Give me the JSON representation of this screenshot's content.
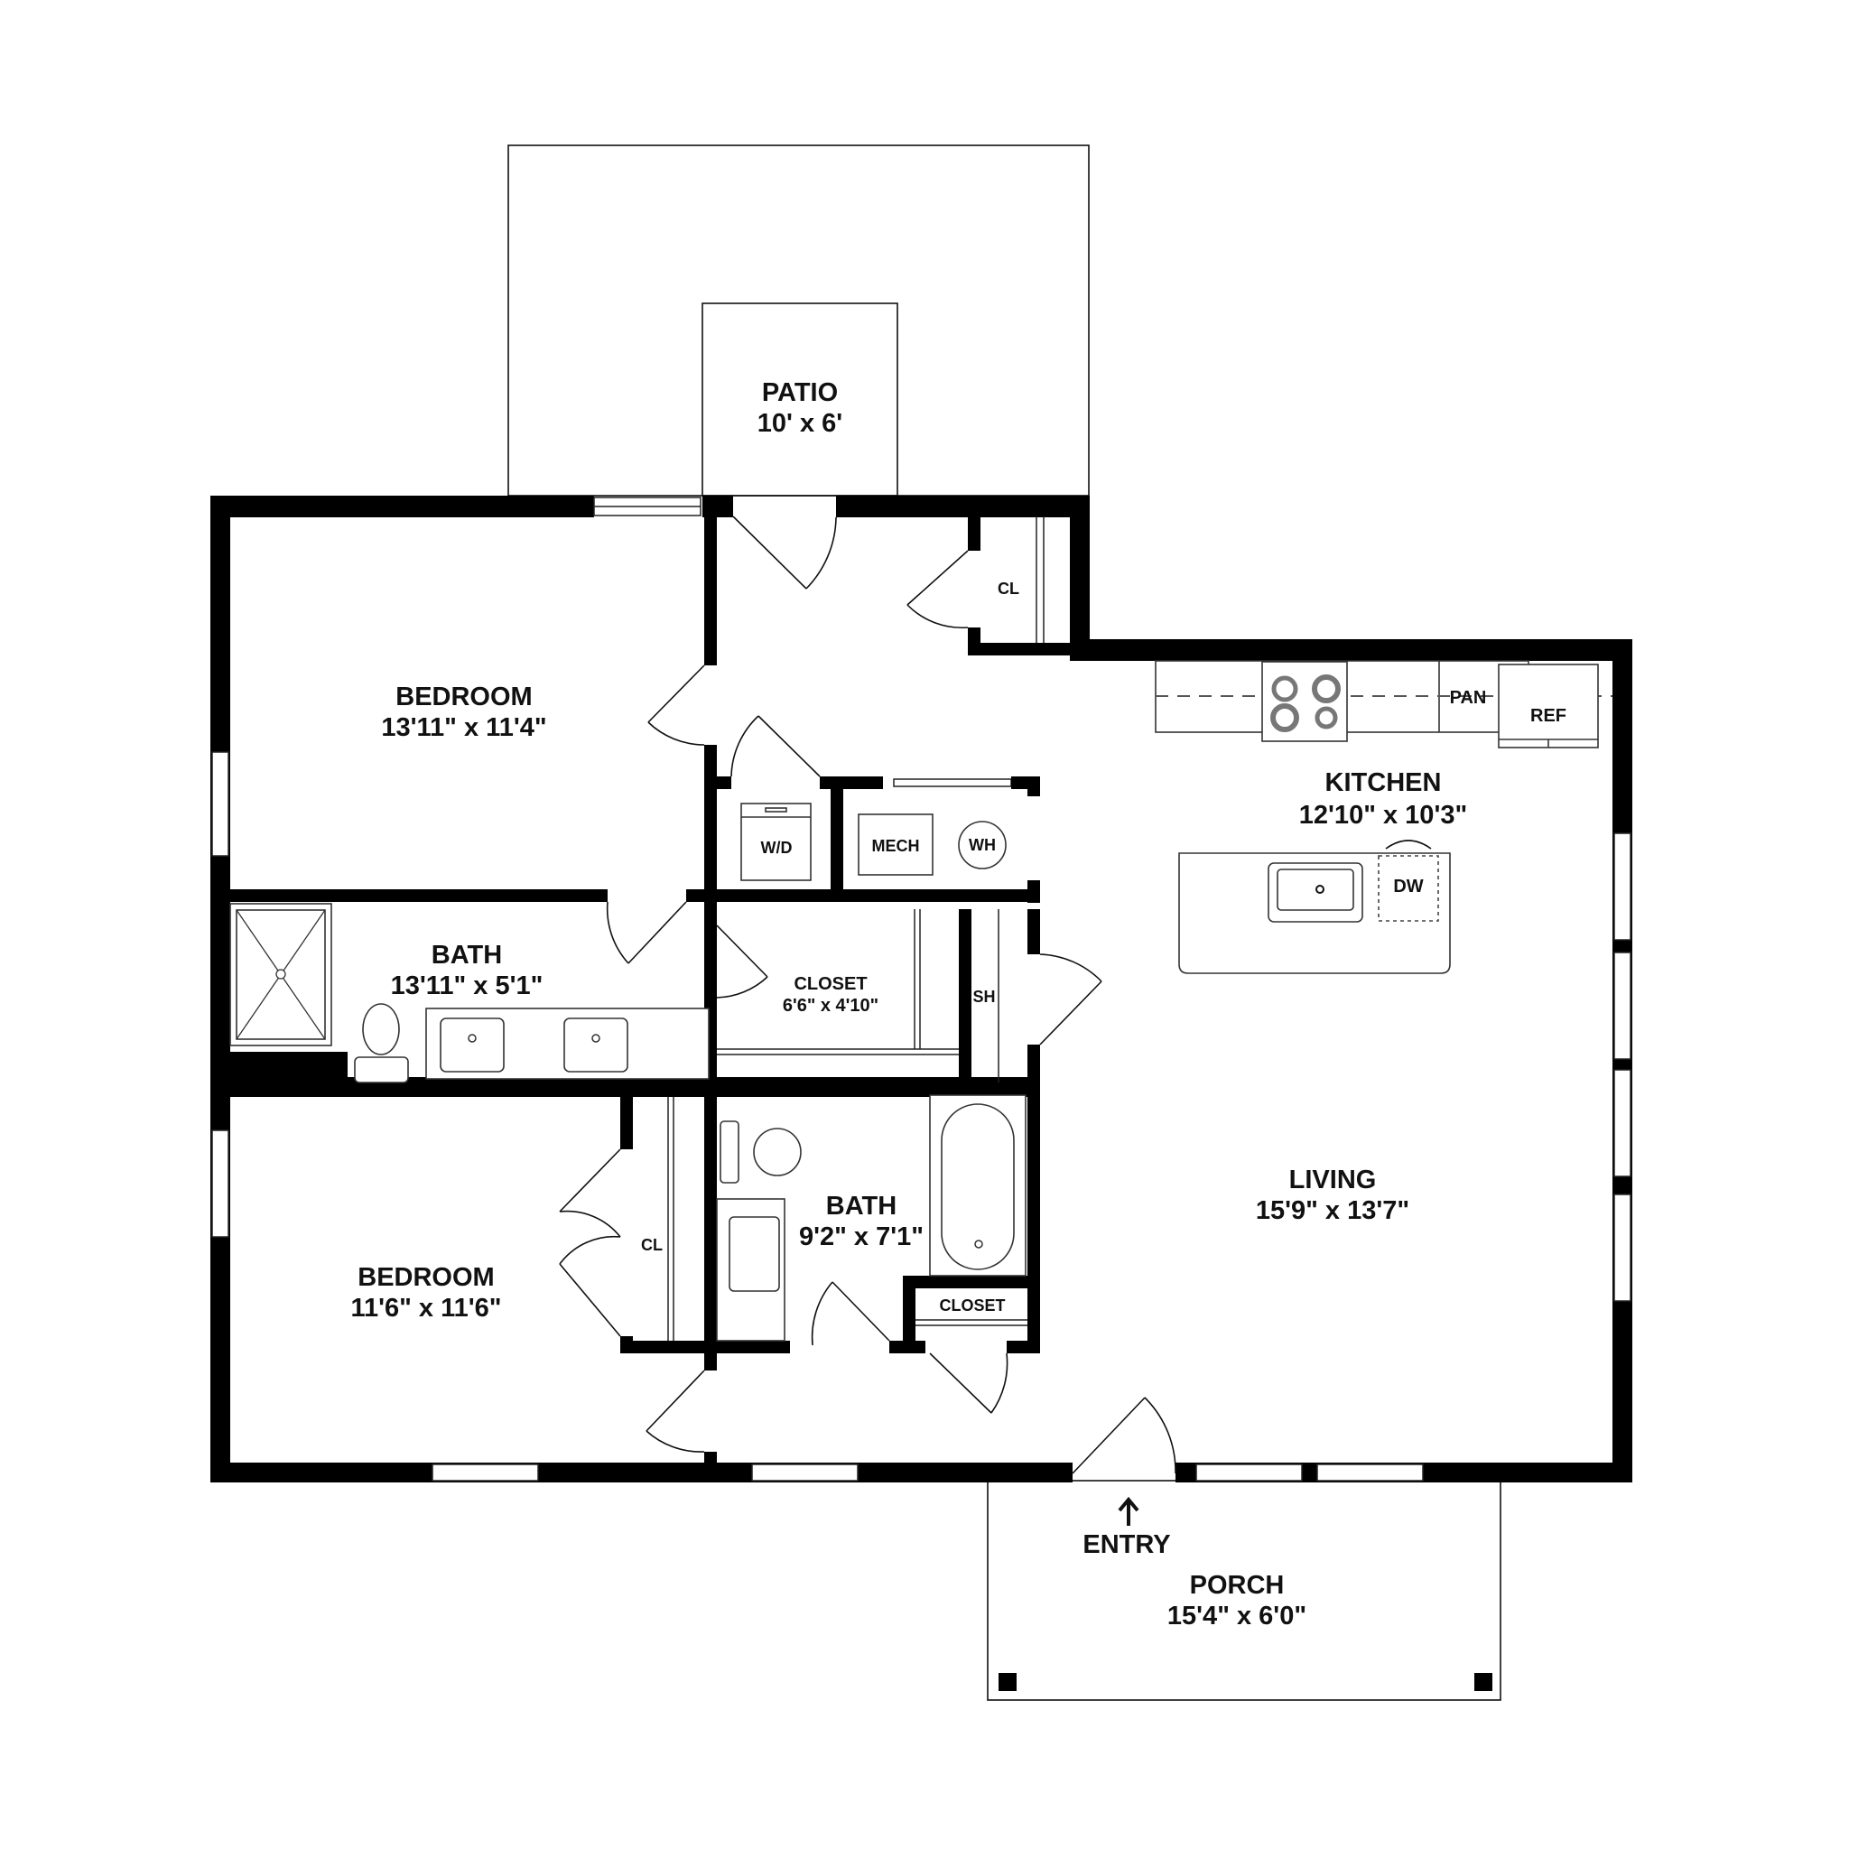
{
  "floorplan": {
    "rooms": {
      "patio": {
        "name": "PATIO",
        "dims": "10' x 6'"
      },
      "bedroom1": {
        "name": "BEDROOM",
        "dims": "13'11\" x 11'4\""
      },
      "bath1": {
        "name": "BATH",
        "dims": "13'11\" x 5'1\""
      },
      "closet1": {
        "name": "CLOSET",
        "dims": "6'6\" x 4'10\""
      },
      "kitchen": {
        "name": "KITCHEN",
        "dims": "12'10\" x 10'3\""
      },
      "living": {
        "name": "LIVING",
        "dims": "15'9\" x 13'7\""
      },
      "bedroom2": {
        "name": "BEDROOM",
        "dims": "11'6\" x 11'6\""
      },
      "bath2": {
        "name": "BATH",
        "dims": "9'2\" x 7'1\""
      },
      "porch": {
        "name": "PORCH",
        "dims": "15'4\" x 6'0\""
      }
    },
    "fixtures": {
      "cl_upper": "CL",
      "cl_lower": "CL",
      "closet_small": "CLOSET",
      "wd": "W/D",
      "mech": "MECH",
      "wh": "WH",
      "sh": "SH",
      "pan": "PAN",
      "ref": "REF",
      "dw": "DW"
    },
    "entry_label": "ENTRY",
    "colors": {
      "wall": "#000000",
      "background": "#ffffff",
      "text": "#111111"
    }
  }
}
